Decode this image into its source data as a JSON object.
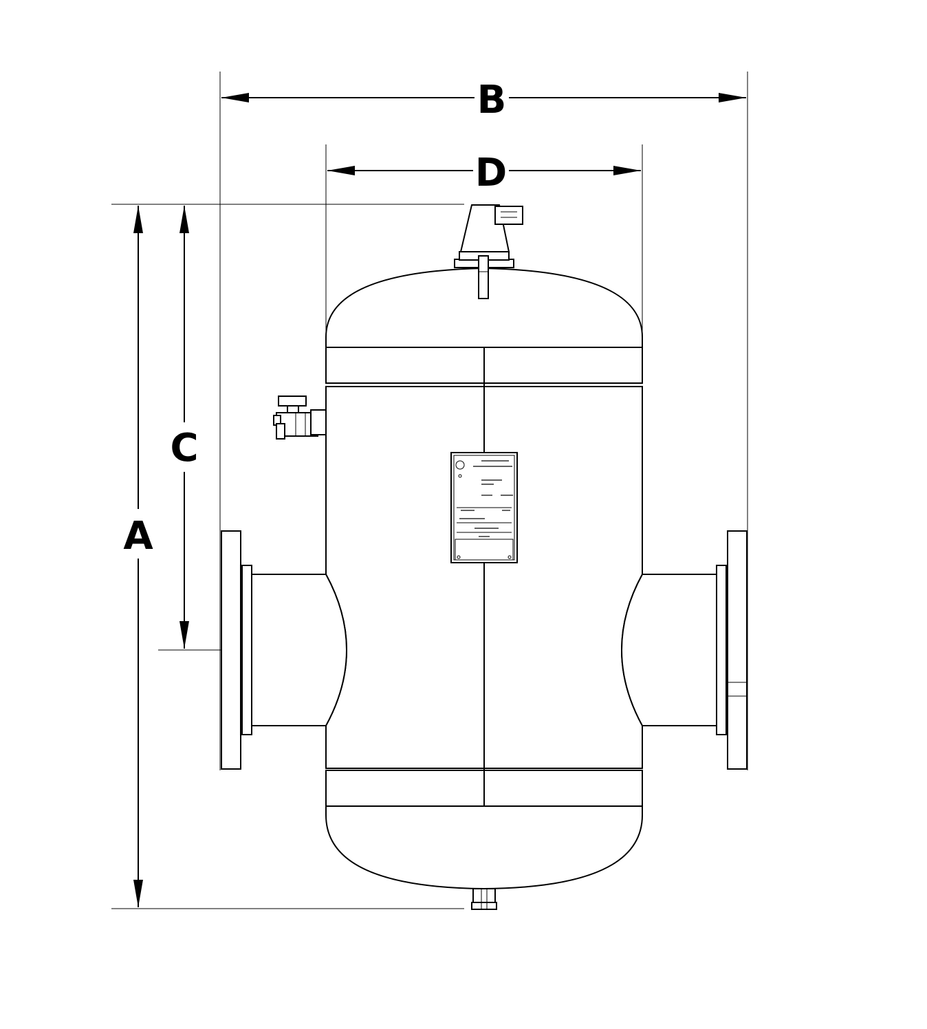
{
  "dimensions": {
    "A": "A",
    "B": "B",
    "C": "C",
    "D": "D"
  }
}
